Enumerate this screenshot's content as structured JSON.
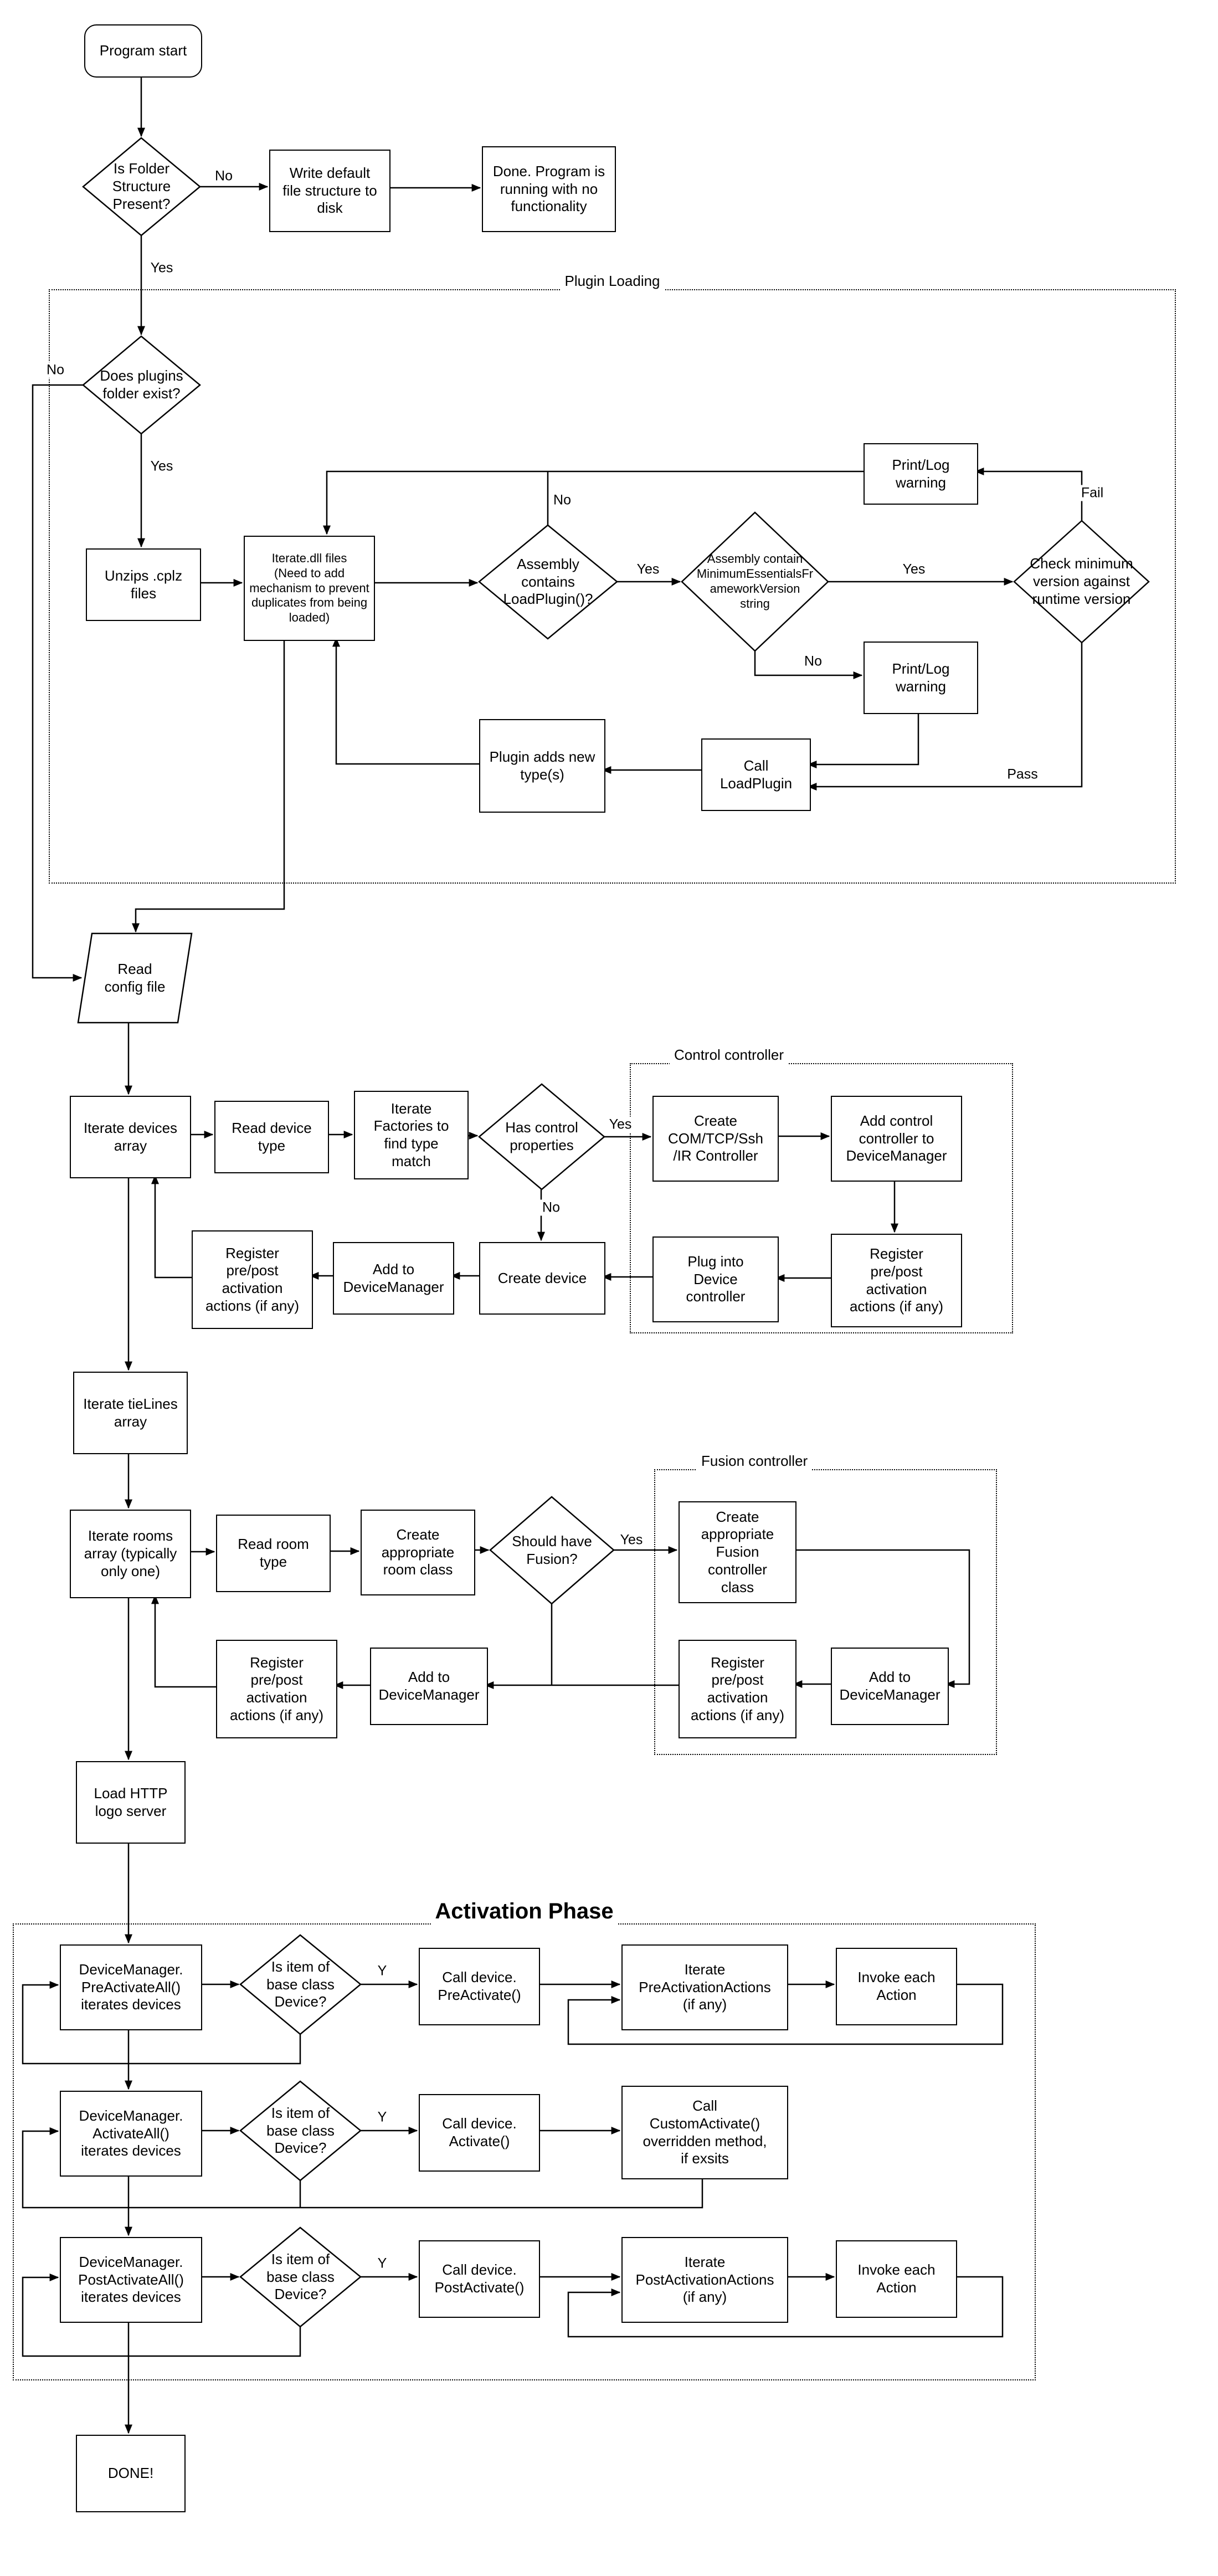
{
  "diagram": {
    "containers": {
      "plugin_loading": "Plugin Loading",
      "control_controller": "Control controller",
      "fusion_controller": "Fusion controller",
      "activation_phase": "Activation Phase"
    },
    "edge_labels": {
      "yes": "Yes",
      "no": "No",
      "y": "Y",
      "fail": "Fail",
      "pass": "Pass"
    },
    "nodes": {
      "program_start": "Program start",
      "is_folder_structure": "Is Folder\nStructure\nPresent?",
      "write_default": "Write default\nfile structure to\ndisk",
      "done_no_functionality": "Done.  Program is\nrunning with no\nfunctionality",
      "does_plugins_folder_exist": "Does plugins\nfolder exist?",
      "unzips_cplz": "Unzips .cplz\nfiles",
      "iterate_dll": "Iterate.dll files\n(Need to add\nmechanism to prevent\nduplicates from being\nloaded)",
      "assembly_contains_loadplugin": "Assembly\ncontains\nLoadPlugin()?",
      "assembly_contains_minversion": "Assembly contain\nMinimumEssentialsFr\nameworkVersion\nstring",
      "check_min_version": "Check minimum\nversion against\nruntime version",
      "print_log_warning": "Print/Log\nwarning",
      "call_loadplugin": "Call\nLoadPlugin",
      "plugin_adds_types": "Plugin adds new\ntype(s)",
      "read_config_file": "Read\nconfig file",
      "iterate_devices": "Iterate devices\narray",
      "read_device_type": "Read device\ntype",
      "iterate_factories": "Iterate\nFactories to\nfind type\nmatch",
      "has_control_properties": "Has control\nproperties",
      "create_com_controller": "Create\nCOM/TCP/Ssh\n/IR Controller",
      "add_control_controller": "Add control\ncontroller to\nDeviceManager",
      "register_prepost": "Register\npre/post\nactivation\nactions (if any)",
      "plug_into_device_controller": "Plug into\nDevice\ncontroller",
      "create_device": "Create device",
      "add_to_devicemanager": "Add to\nDeviceManager",
      "iterate_tielines": "Iterate tieLines\narray",
      "iterate_rooms": "Iterate rooms\narray (typically\nonly one)",
      "read_room_type": "Read room\ntype",
      "create_room_class": "Create\nappropriate\nroom class",
      "should_have_fusion": "Should have\nFusion?",
      "create_fusion_controller": "Create\nappropriate\nFusion\ncontroller\nclass",
      "load_http_logo_server": "Load HTTP\nlogo server",
      "preactivateall": "DeviceManager.\nPreActivateAll()\niterates devices",
      "is_item_base_device": "Is item of\nbase class\nDevice?",
      "call_preactivate": "Call device.\nPreActivate()",
      "iterate_preactivationactions": "Iterate\nPreActivationActions\n(if any)",
      "invoke_each_action": "Invoke each\nAction",
      "activateall": "DeviceManager.\nActivateAll()\niterates devices",
      "call_activate": "Call device.\nActivate()",
      "call_customactivate": "Call\nCustomActivate()\noverridden method,\nif exsits",
      "postactivateall": "DeviceManager.\nPostActivateAll()\niterates devices",
      "call_postactivate": "Call device.\nPostActivate()",
      "iterate_postactivationactions": "Iterate\nPostActivationActions\n(if any)",
      "done": "DONE!"
    }
  }
}
